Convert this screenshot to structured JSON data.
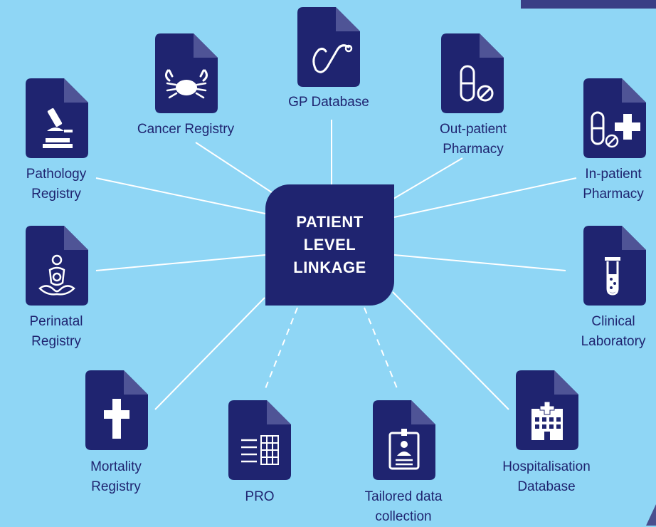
{
  "center": {
    "line1": "PATIENT",
    "line2": "LEVEL",
    "line3": "LINKAGE"
  },
  "nodes": {
    "gp": {
      "label": [
        "GP Database"
      ],
      "icon": "stethoscope-icon"
    },
    "cancer": {
      "label": [
        "Cancer Registry"
      ],
      "icon": "crab-icon"
    },
    "outpatient": {
      "label": [
        "Out-patient",
        "Pharmacy"
      ],
      "icon": "pill-capsule-icon"
    },
    "pathology": {
      "label": [
        "Pathology",
        "Registry"
      ],
      "icon": "microscope-icon"
    },
    "inpatient": {
      "label": [
        "In-patient",
        "Pharmacy"
      ],
      "icon": "pill-cross-icon"
    },
    "perinatal": {
      "label": [
        "Perinatal",
        "Registry"
      ],
      "icon": "mother-baby-icon"
    },
    "clinical": {
      "label": [
        "Clinical",
        "Laboratory"
      ],
      "icon": "test-tube-icon"
    },
    "mortality": {
      "label": [
        "Mortality",
        "Registry"
      ],
      "icon": "cross-icon"
    },
    "pro": {
      "label": [
        "PRO"
      ],
      "icon": "form-icon"
    },
    "tailored": {
      "label": [
        "Tailored data",
        "collection"
      ],
      "icon": "id-badge-icon"
    },
    "hospital": {
      "label": [
        "Hospitalisation",
        "Database"
      ],
      "icon": "hospital-icon"
    }
  },
  "colors": {
    "background": "#8fd6f5",
    "navy": "#1f2470",
    "fold": "#4f5496",
    "label": "#1f2470",
    "connector": "#ffffff"
  }
}
